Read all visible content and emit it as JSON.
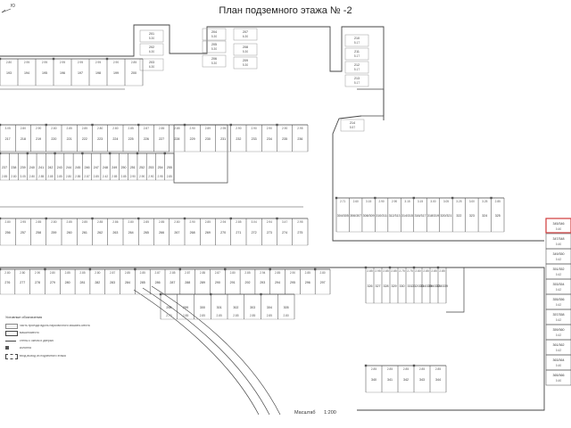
{
  "title": "План подземного этажа № -2",
  "compass_label": "Ю",
  "scale": {
    "label": "Масштаб",
    "value": "1:200"
  },
  "legend": {
    "heading": "Условные обозначения",
    "items": [
      "часть проезда вдоль парковочного машино-места",
      "машиноместо",
      "стены с окном и дверью",
      "колонна",
      "вход-выход из подземного этажа"
    ]
  },
  "colors": {
    "line": "#444444",
    "grid": "#9a9a9a",
    "highlight": "#d0393a"
  },
  "highlighted_space": {
    "number": "345/346",
    "area": "0.40"
  },
  "storage_top": [
    {
      "number": "201",
      "area": "5.30"
    },
    {
      "number": "202",
      "area": "6.30"
    },
    {
      "number": "203",
      "area": "6.30"
    },
    {
      "number": "204",
      "area": "5.30"
    },
    {
      "number": "205",
      "area": "5.30"
    },
    {
      "number": "206",
      "area": "5.30"
    },
    {
      "number": "207",
      "area": "6.30"
    },
    {
      "number": "208",
      "area": "5.30"
    },
    {
      "number": "209",
      "area": "5.30"
    },
    {
      "number": "210",
      "area": "5.17"
    },
    {
      "number": "211",
      "area": "5.17"
    },
    {
      "number": "212",
      "area": "5.17"
    },
    {
      "number": "213",
      "area": "5.17"
    },
    {
      "number": "214",
      "area": "5.57"
    }
  ],
  "rows": {
    "r1": {
      "numbers": [
        "193",
        "194",
        "195",
        "196",
        "197",
        "198",
        "199",
        "200"
      ],
      "dims": [
        "2.80",
        "2.95",
        "2.95",
        "2.95",
        "2.95",
        "2.95",
        "2.90",
        "2.85"
      ]
    },
    "r2": {
      "numbers": [
        "217",
        "218",
        "219",
        "220",
        "221",
        "222",
        "223",
        "224",
        "225",
        "226",
        "227",
        "228",
        "229",
        "230",
        "231",
        "232",
        "233",
        "234",
        "235",
        "236"
      ],
      "dims": [
        "3.05",
        "2.80",
        "2.90",
        "2.80",
        "2.85",
        "2.85",
        "2.80",
        "2.80",
        "2.85",
        "2.87",
        "2.85",
        "2.85",
        "2.90",
        "2.89",
        "2.95",
        "2.90",
        "2.90",
        "2.90",
        "2.90",
        "2.95"
      ]
    },
    "r3": {
      "numbers": [
        "237",
        "238",
        "239",
        "240",
        "241",
        "242",
        "243",
        "244",
        "245",
        "246",
        "247",
        "248",
        "249",
        "250",
        "251",
        "252",
        "253",
        "254",
        "255"
      ],
      "dims": [
        "2.85",
        "2.80",
        "3.05",
        "2.80",
        "2.85",
        "2.85",
        "2.85",
        "2.80",
        "2.85",
        "2.87",
        "2.85",
        "2.42",
        "2.85",
        "2.85",
        "2.90",
        "2.90",
        "2.90",
        "2.95",
        "2.85"
      ]
    },
    "r4": {
      "numbers": [
        "256",
        "257",
        "258",
        "259",
        "260",
        "261",
        "262",
        "263",
        "264",
        "265",
        "266",
        "267",
        "268",
        "269",
        "270",
        "271",
        "272",
        "273",
        "274",
        "275"
      ],
      "dims": [
        "2.80",
        "2.95",
        "2.85",
        "2.80",
        "2.85",
        "2.85",
        "2.85",
        "2.86",
        "2.80",
        "2.85",
        "2.85",
        "2.80",
        "2.90",
        "2.85",
        "2.94",
        "2.85",
        "3.04",
        "2.94",
        "3.47",
        "2.95"
      ]
    },
    "r5": {
      "numbers": [
        "276",
        "277",
        "278",
        "279",
        "280",
        "281",
        "282",
        "283",
        "284",
        "285",
        "286",
        "287",
        "288",
        "289",
        "290",
        "291",
        "292",
        "293",
        "294",
        "295",
        "296",
        "297"
      ],
      "dims": [
        "2.80",
        "2.80",
        "2.90",
        "2.80",
        "2.85",
        "2.85",
        "2.80",
        "2.87",
        "2.85",
        "2.85",
        "2.87",
        "2.85",
        "2.87",
        "2.85",
        "2.87",
        "2.80",
        "2.85",
        "2.94",
        "2.85",
        "2.90",
        "2.85",
        "2.80"
      ]
    },
    "r6": {
      "numbers": [
        "298",
        "299",
        "300",
        "301",
        "302",
        "303",
        "304",
        "305"
      ],
      "dims": [
        "2.70",
        "2.85",
        "2.85",
        "2.85",
        "2.85",
        "2.85",
        "2.85",
        "2.80"
      ]
    },
    "r7": {
      "numbers": [
        "304/305",
        "306/307",
        "308/309",
        "310/311",
        "312/313",
        "314/315",
        "316/317",
        "318/319",
        "320/321",
        "322",
        "323",
        "324",
        "325"
      ],
      "dims": [
        "2.71",
        "2.60",
        "3.15",
        "2.90",
        "2.90",
        "3.15",
        "3.15",
        "3.00",
        "3.05",
        "3.25",
        "3.00",
        "3.25",
        "2.85"
      ]
    },
    "r8": {
      "numbers": [
        "326",
        "327",
        "328",
        "329",
        "330",
        "331",
        "332/333",
        "334/335",
        "336/337",
        "338/339"
      ],
      "dims": [
        "2.85",
        "2.95",
        "2.85",
        "2.85",
        "2.75",
        "2.75",
        "2.80",
        "2.85",
        "2.85",
        "2.85"
      ]
    },
    "r9": {
      "numbers": [
        "340",
        "341",
        "342",
        "343",
        "344"
      ],
      "dims": [
        "2.85",
        "2.85",
        "2.85",
        "2.85",
        "2.85"
      ]
    },
    "right": {
      "numbers": [
        "347/348",
        "349/350",
        "351/352",
        "353/354",
        "355/356",
        "357/358",
        "359/360",
        "361/362",
        "363/364",
        "365/366"
      ],
      "dims": [
        "0.40",
        "0.42",
        "0.42",
        "0.42",
        "0.42",
        "0.42",
        "0.42",
        "0.42",
        "0.40",
        "0.40"
      ]
    }
  }
}
